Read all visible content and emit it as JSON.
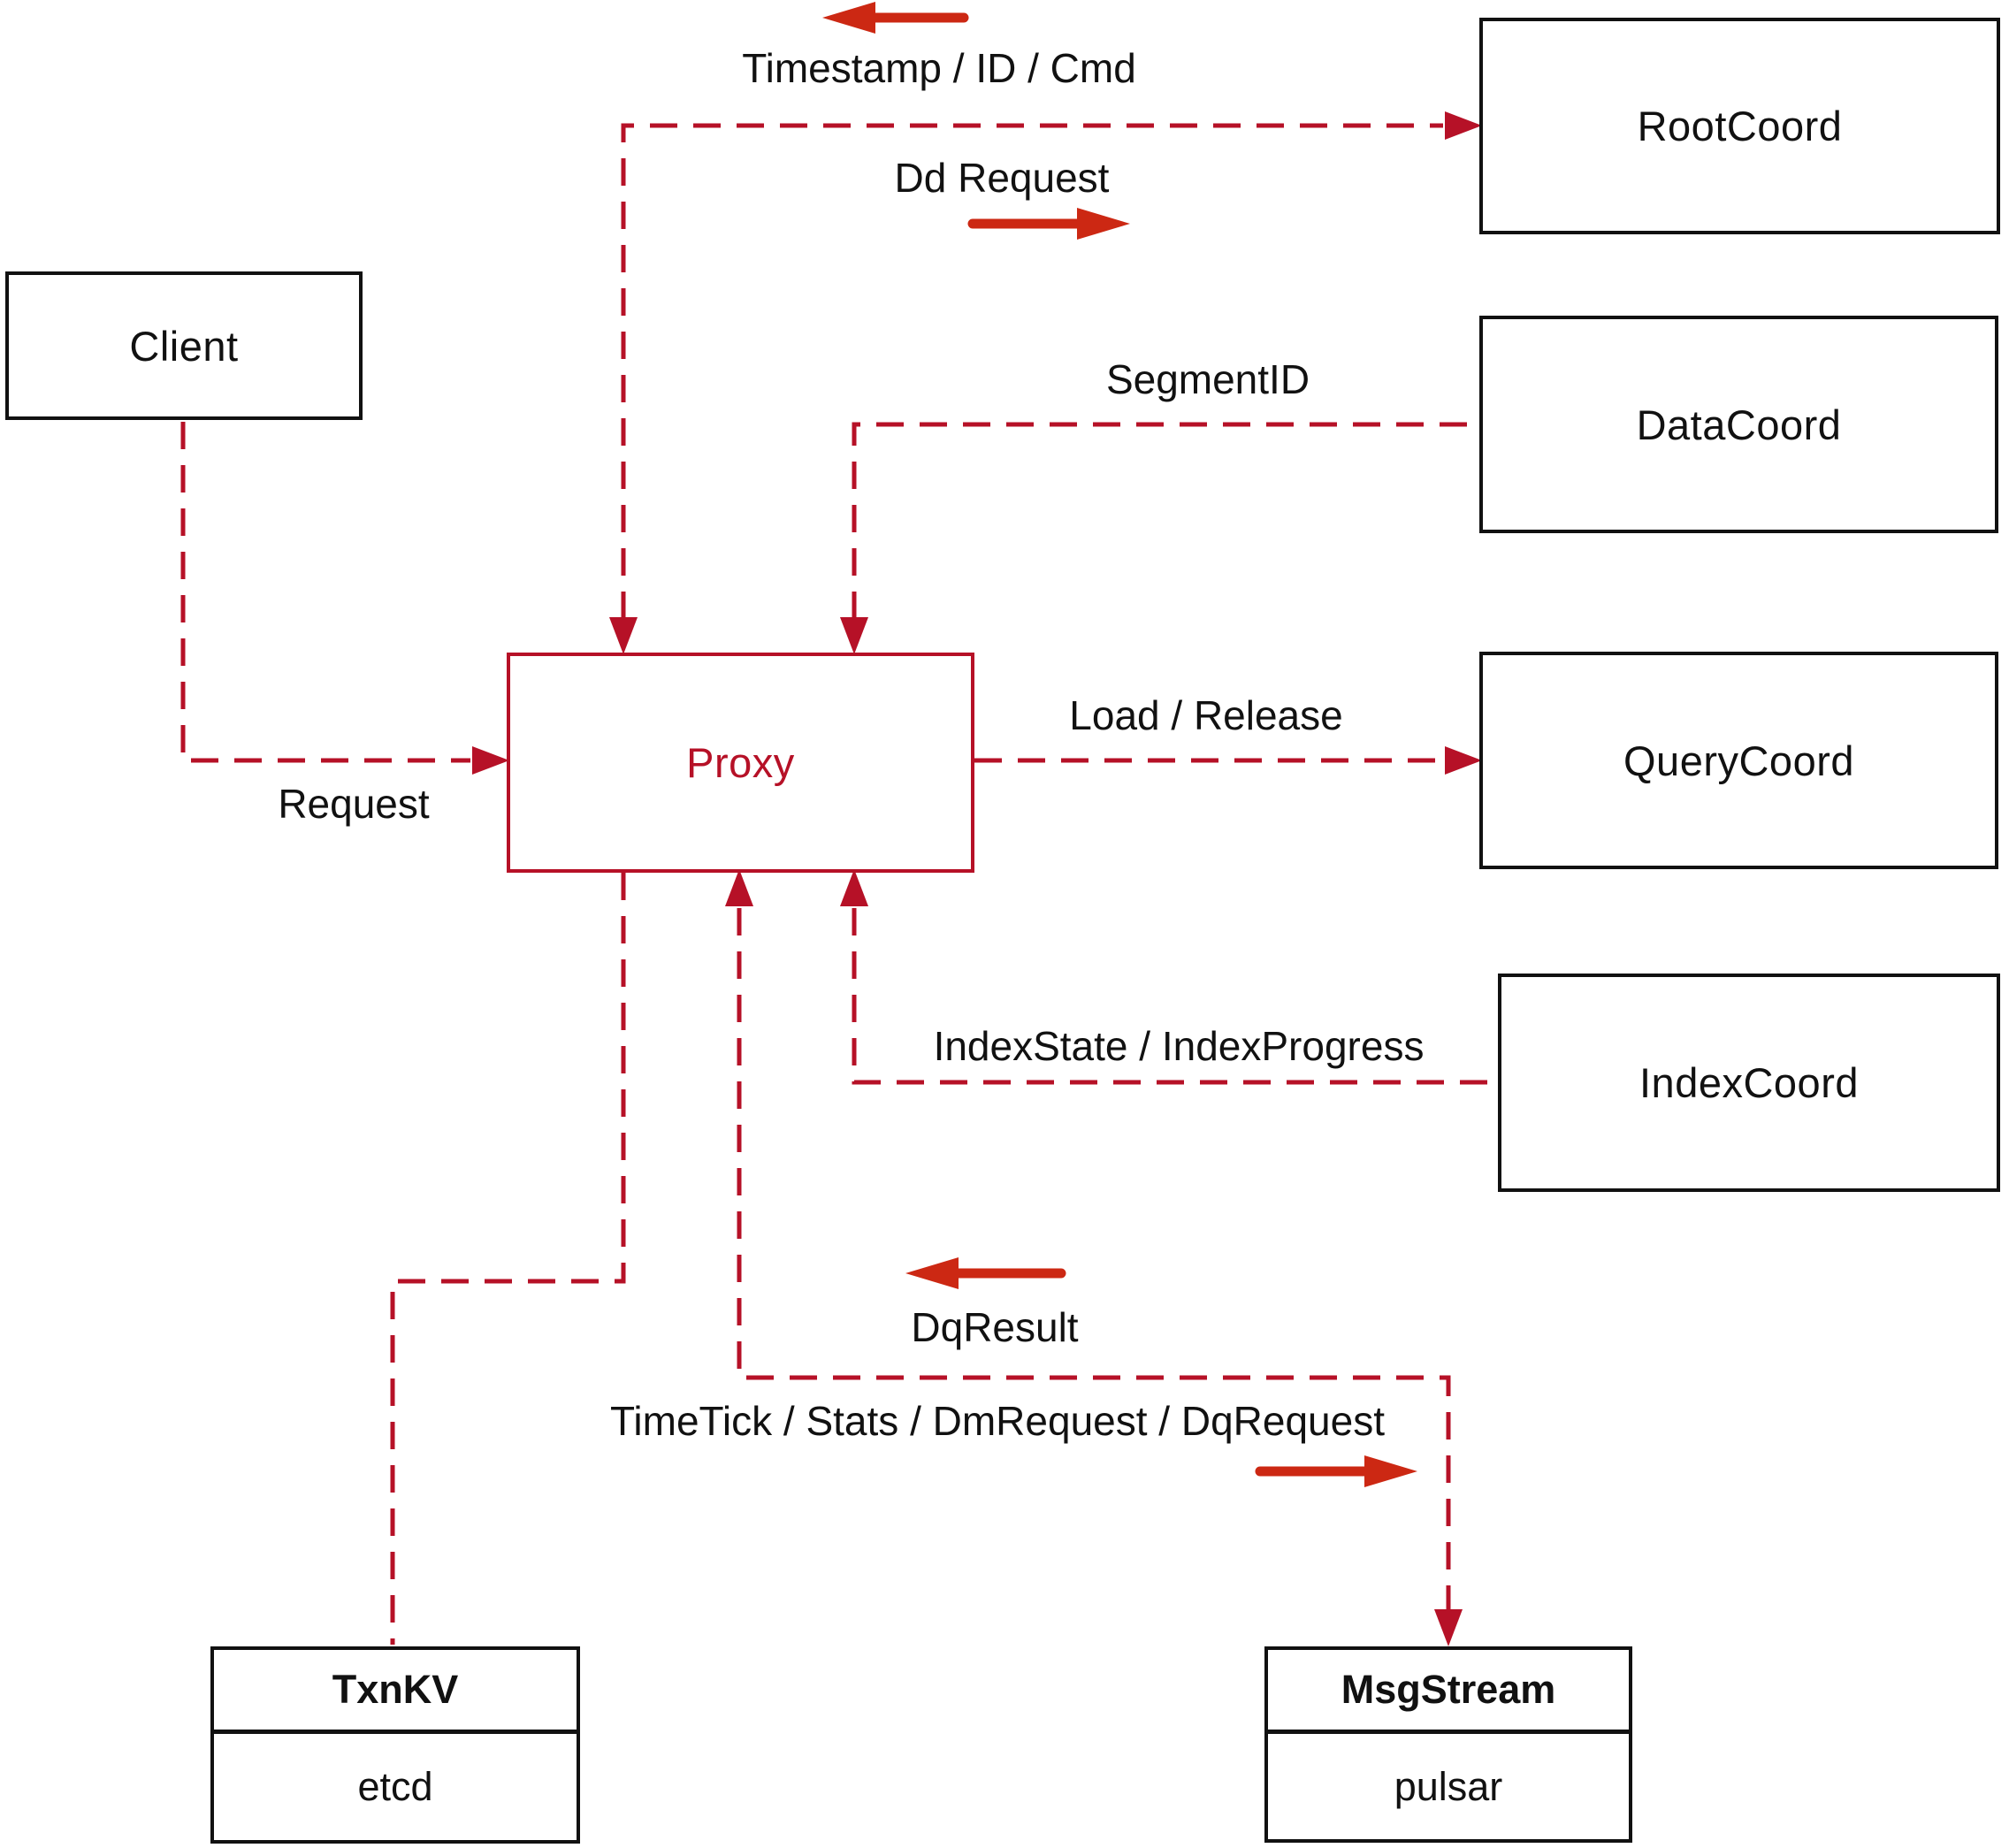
{
  "diagram": {
    "nodes": {
      "client": {
        "label": "Client"
      },
      "proxy": {
        "label": "Proxy"
      },
      "root_coord": {
        "label": "RootCoord"
      },
      "data_coord": {
        "label": "DataCoord"
      },
      "query_coord": {
        "label": "QueryCoord"
      },
      "index_coord": {
        "label": "IndexCoord"
      },
      "txn_kv": {
        "title": "TxnKV",
        "subtitle": "etcd"
      },
      "msg_stream": {
        "title": "MsgStream",
        "subtitle": "pulsar"
      }
    },
    "edge_labels": {
      "timestamp_id_cmd": "Timestamp / ID / Cmd",
      "dd_request": "Dd Request",
      "segment_id": "SegmentID",
      "load_release": "Load / Release",
      "index_state_progress": "IndexState / IndexProgress",
      "request": "Request",
      "dq_result": "DqResult",
      "time_tick": "TimeTick / Stats / DmRequest / DqRequest"
    },
    "colors": {
      "dashed_line": "#b61127",
      "solid_arrow": "#cc2813",
      "ink": "#111111",
      "background": "#ffffff"
    }
  }
}
